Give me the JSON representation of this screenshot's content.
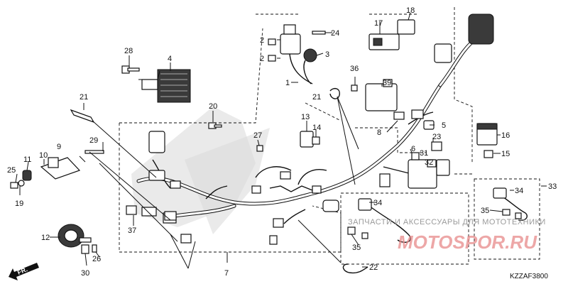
{
  "diagram": {
    "callouts": {
      "c2a": "2",
      "c2b": "2",
      "c1": "1",
      "c3": "3",
      "c4": "4",
      "c5": "5",
      "c6": "6",
      "c7": "7",
      "c8": "8",
      "c9": "9",
      "c10": "10",
      "c11": "11",
      "c12": "12",
      "c13": "13",
      "c14": "14",
      "c15": "15",
      "c16": "16",
      "c17": "17",
      "c18": "18",
      "c19": "19",
      "c20": "20",
      "c21a": "21",
      "c21b": "21",
      "c22": "22",
      "c23": "23",
      "c24": "24",
      "c25": "25",
      "c26": "26",
      "c27": "27",
      "c28": "28",
      "c29": "29",
      "c30": "30",
      "c31": "31",
      "c32": "32",
      "c33": "33",
      "c34a": "34",
      "c34b": "34",
      "c35a": "35",
      "c35b": "35",
      "c36": "36",
      "c37": "37",
      "c39": "39"
    },
    "watermark_text": "ЗАПЧАСТИ И АКСЕССУАРЫ ДЛЯ МОТОТЕХНИКИ",
    "watermark_logo": "MOTOSPOR.RU",
    "direction_label": "FR.",
    "diagram_code": "KZZAF3800"
  },
  "colors": {
    "ink": "#111111",
    "watermark_red": "#e88a8a",
    "watermark_gray": "#9a9a9a"
  },
  "icons": [
    "front-direction-arrow-icon"
  ]
}
